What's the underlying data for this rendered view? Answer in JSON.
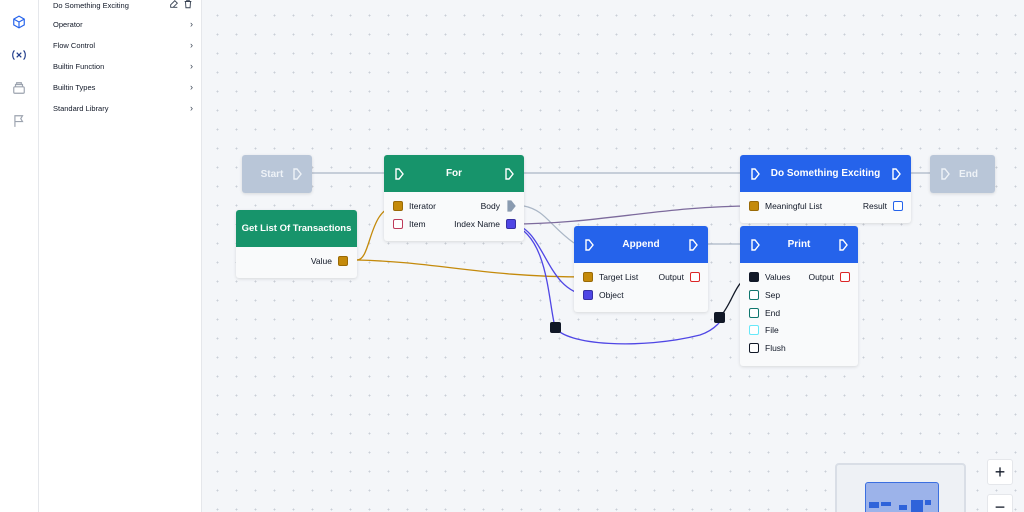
{
  "sidebar": {
    "top_item": "Do Something Exciting",
    "items": [
      {
        "label": "Operator"
      },
      {
        "label": "Flow Control"
      },
      {
        "label": "Builtin Function"
      },
      {
        "label": "Builtin Types"
      },
      {
        "label": "Standard Library"
      }
    ]
  },
  "nodes": {
    "start": {
      "title": "Start"
    },
    "end": {
      "title": "End"
    },
    "for": {
      "title": "For",
      "pins": {
        "iterator": "Iterator",
        "item": "Item",
        "body": "Body",
        "index_name": "Index Name"
      }
    },
    "get_list": {
      "title": "Get List Of Transactions",
      "pins": {
        "value": "Value"
      }
    },
    "do_something": {
      "title": "Do Something Exciting",
      "pins": {
        "meaningful_list": "Meaningful List",
        "result": "Result"
      }
    },
    "append": {
      "title": "Append",
      "pins": {
        "target_list": "Target List",
        "object": "Object",
        "output": "Output"
      }
    },
    "print": {
      "title": "Print",
      "pins": {
        "values": "Values",
        "sep": "Sep",
        "end": "End",
        "file": "File",
        "flush": "Flush",
        "output": "Output"
      }
    }
  },
  "zoom": {
    "in": "+",
    "out": "−"
  },
  "colors": {
    "accent_green": "#17946b",
    "accent_blue": "#2563eb",
    "pin_orange": "#c48a0b",
    "pin_purple": "#4f46e5",
    "pin_red": "#dc2626"
  }
}
